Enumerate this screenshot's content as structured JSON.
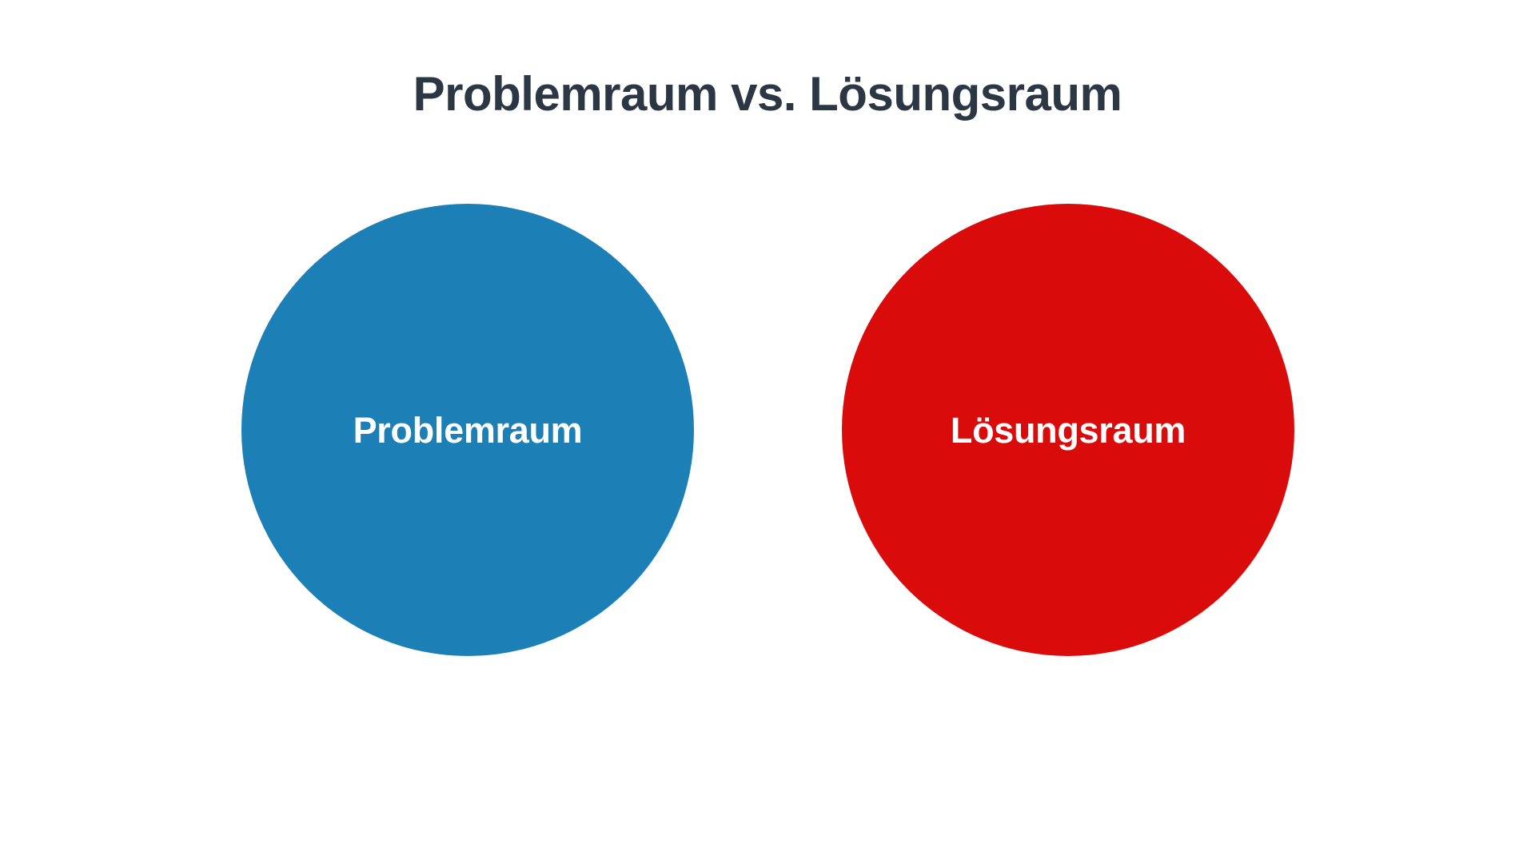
{
  "slide": {
    "title": "Problemraum vs. Lösungsraum",
    "background_color": "#ffffff",
    "title_color": "#2b3743"
  },
  "diagram": {
    "type": "two-circle-comparison",
    "shapes": [
      {
        "id": "problemraum",
        "shape": "circle",
        "label": "Problemraum",
        "fill_color": "#1c7fb6",
        "label_color": "#ffffff"
      },
      {
        "id": "loesungsraum",
        "shape": "circle",
        "label": "Lösungsraum",
        "fill_color": "#da0b0b",
        "label_color": "#ffffff"
      }
    ]
  }
}
